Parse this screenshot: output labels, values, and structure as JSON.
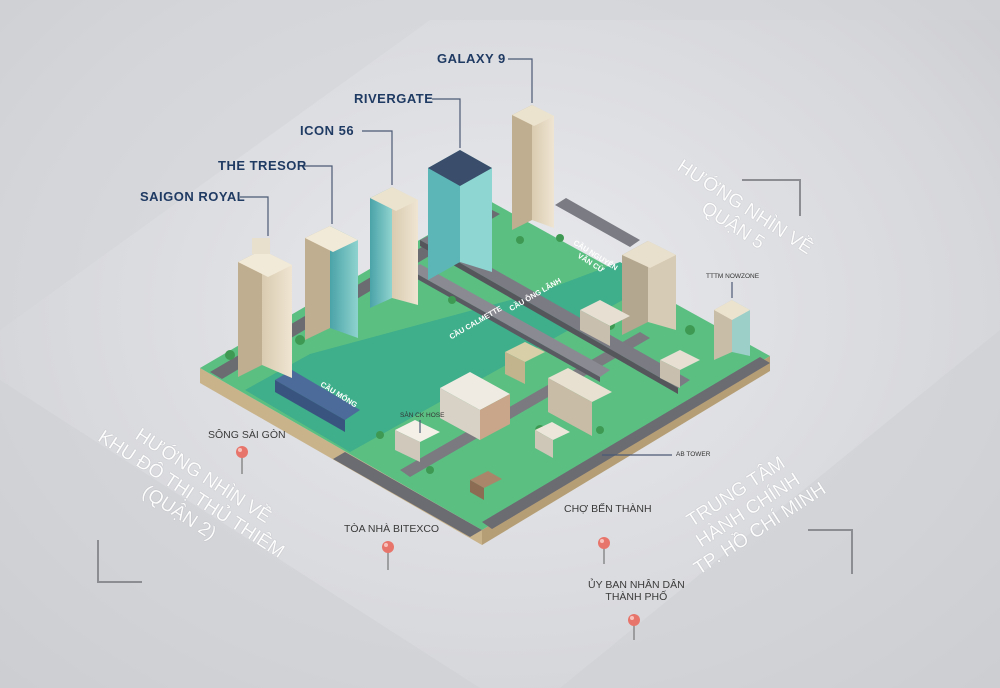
{
  "buildings": [
    {
      "name": "SAIGON ROYAL"
    },
    {
      "name": "THE TRESOR"
    },
    {
      "name": "ICON 56"
    },
    {
      "name": "RIVERGATE"
    },
    {
      "name": "GALAXY 9"
    }
  ],
  "small_labels": {
    "tttm": "TTTM NOWZONE",
    "sanck": "SÀN CK HOSE",
    "abtower": "AB TOWER"
  },
  "roads": {
    "nguyen_van_cu": "CẦU NGUYỄN\nVĂN CỪ",
    "ong_lanh": "CẦU ÔNG LÃNH",
    "calmette": "CẦU CALMETTE",
    "mong": "CẦU MỐNG"
  },
  "pins": [
    {
      "label": "SÔNG SÀI GÒN",
      "color": "#e8756b"
    },
    {
      "label": "TÒA NHÀ BITEXCO",
      "color": "#e8756b"
    },
    {
      "label": "CHỢ BẾN THÀNH",
      "color": "#e8756b"
    },
    {
      "label": "ỦY BAN NHÂN DÂN\nTHÀNH PHỐ",
      "color": "#e8756b"
    }
  ],
  "views": {
    "quan5": "HƯỚNG NHÌN VỀ\nQUẬN 5",
    "thuthiem": "HƯỚNG NHÌN VỀ\nKHU ĐÔ THỊ THỦ THIÊM\n(QUẬN 2)",
    "hanhchinh": "TRUNG TÂM\nHÀNH CHÍNH\nTP. HỒ CHÍ MINH"
  },
  "colors": {
    "label": "#1f3a63",
    "grass": "#5cc48a",
    "river": "#3fae8a",
    "road": "#6b6b72",
    "base": "#e6d2a8"
  }
}
